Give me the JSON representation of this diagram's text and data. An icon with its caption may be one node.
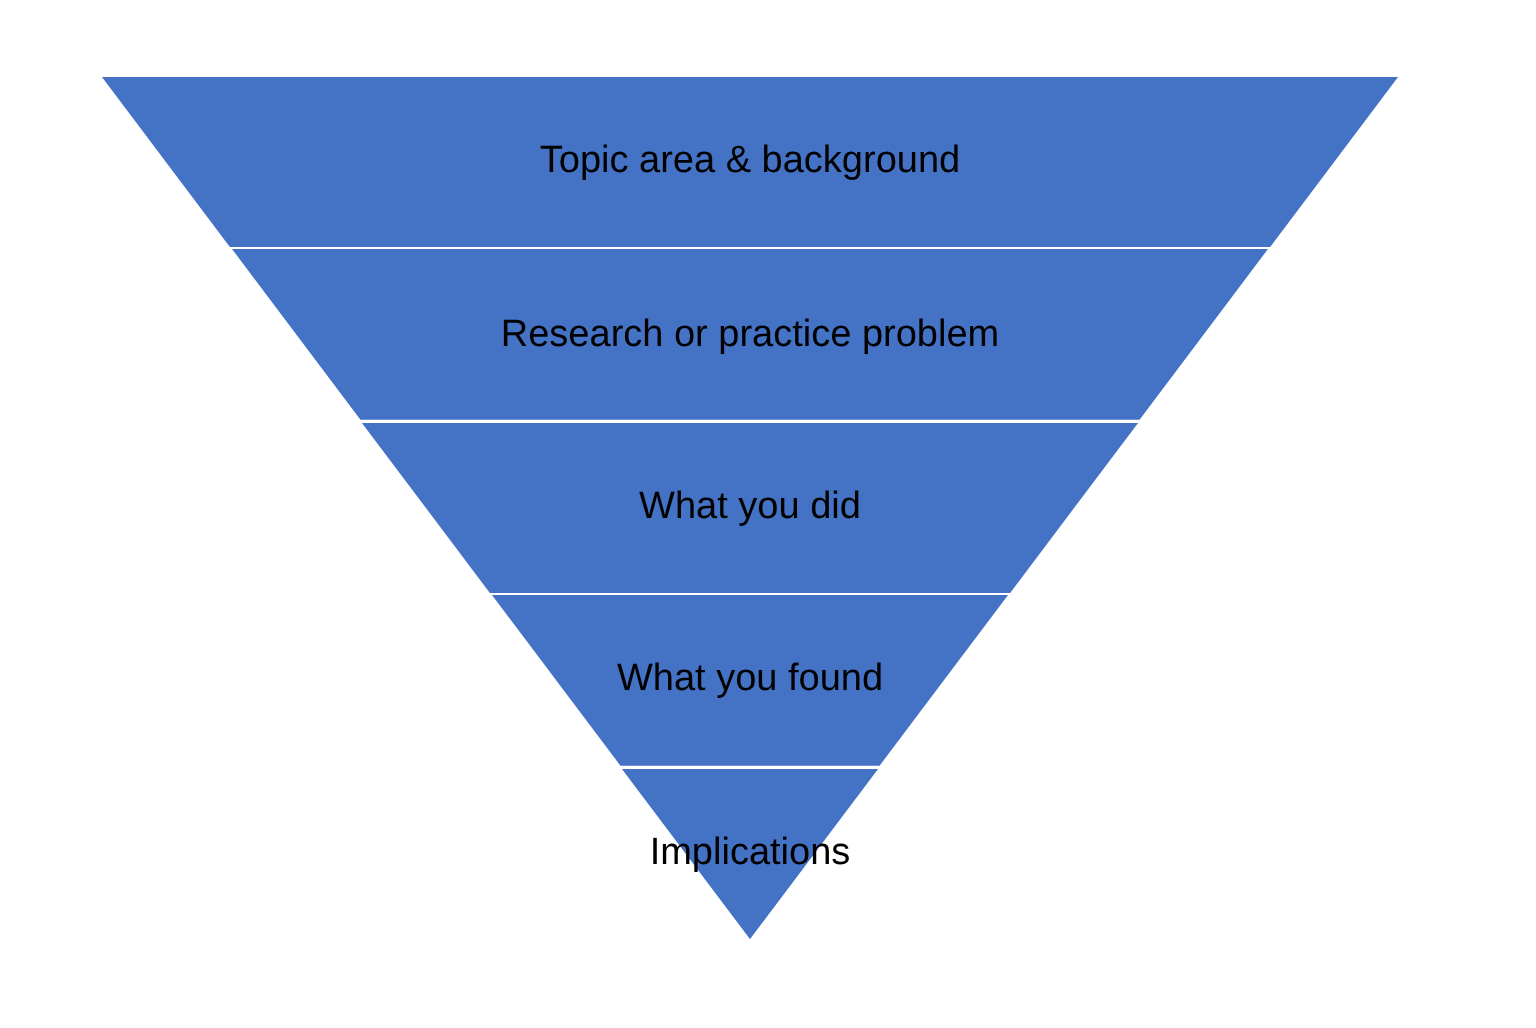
{
  "diagram": {
    "nodes": [
      {
        "text": [
          "Topic area & background"
        ]
      },
      {
        "text": [
          "Research or practice problem"
        ]
      },
      {
        "text": [
          "What you did"
        ]
      },
      {
        "text": [
          "What you found"
        ]
      },
      {
        "text": [
          "Implications"
        ]
      }
    ]
  }
}
